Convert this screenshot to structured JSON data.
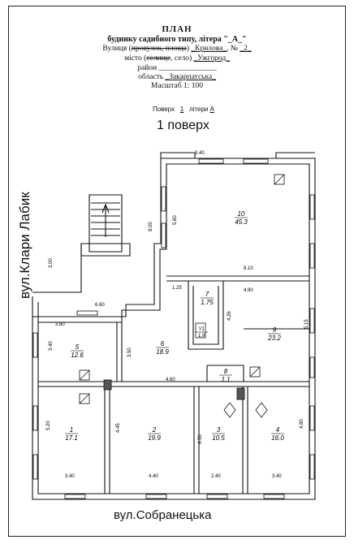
{
  "header": {
    "title": "ПЛАН",
    "subtitle": "будинку садибного типу, літера \"_А_\"",
    "street_prefix": "Вулиця (",
    "street_struck": "провулок, площа",
    "street_mid": ") ",
    "street_name": "_Крилова_",
    "street_no_prefix": ", № ",
    "street_no": "_2_",
    "city_prefix": "місто (",
    "city_struck": "селище",
    "city_mid": ", село) ",
    "city_name": "_Ужгород_",
    "district_label": "район ",
    "district_value": "_______________",
    "region_label": "область ",
    "region_value": "_Закарпатська_",
    "scale": "Масштаб 1: 100"
  },
  "floor_line": {
    "label": "Поверх",
    "floor": "1",
    "mid": "літери",
    "litera": "А"
  },
  "floor_title": "1 поверх",
  "streets": {
    "left": "вул.Клари Лабик",
    "bottom": "вул.Собранецька"
  },
  "dimensions": [
    "3.40",
    "5.60",
    "8.00",
    "8.10",
    "3.00",
    "1.25",
    "4.90",
    "6.60",
    "3.80",
    "4.26",
    "5.15",
    "3.40",
    "3.50",
    "4.60",
    "5.20",
    "4.45",
    "4.50",
    "4.80",
    "3.40",
    "4.40",
    "2.40",
    "3.40"
  ],
  "rooms": [
    {
      "no": "10",
      "area": "45.3"
    },
    {
      "no": "7",
      "area": "1.75"
    },
    {
      "no": "Y1",
      "area": "1.9"
    },
    {
      "no": "9",
      "area": "23.2"
    },
    {
      "no": "6",
      "area": "18.9"
    },
    {
      "no": "5",
      "area": "12.6"
    },
    {
      "no": "8",
      "area": "1.1"
    },
    {
      "no": "1",
      "area": "17.1"
    },
    {
      "no": "2",
      "area": "19.9"
    },
    {
      "no": "3",
      "area": "10.5"
    },
    {
      "no": "4",
      "area": "16.0"
    }
  ]
}
